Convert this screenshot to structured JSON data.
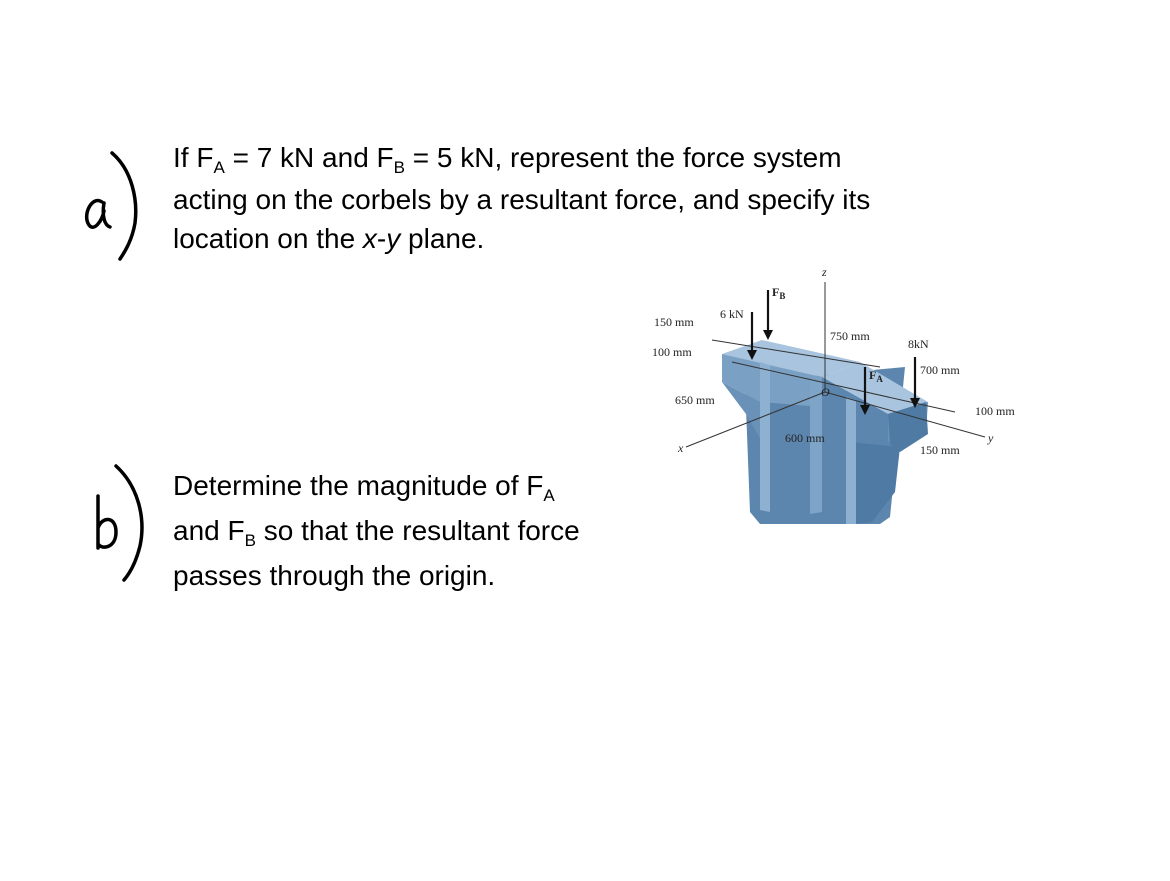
{
  "part_a": {
    "marker": "a)",
    "line1": {
      "pre": "If F",
      "sub1": "A",
      "mid": " = 7 kN and F",
      "sub2": "B",
      "post": " = 5 kN, represent the force system"
    },
    "line2": "acting on the corbels by a resultant force, and specify its",
    "line3": {
      "pre": "location on the ",
      "x": "x",
      "dash": "-",
      "y": "y",
      "post": " plane."
    }
  },
  "part_b": {
    "marker": "b)",
    "line1": {
      "pre": "Determine the magnitude of F",
      "sub": "A"
    },
    "line2": {
      "pre": "and F",
      "sub": "B",
      "post": " so that the resultant force"
    },
    "line3": "passes through the origin."
  },
  "figure": {
    "labels": {
      "z_axis": "z",
      "x_axis": "x",
      "y_axis": "y",
      "origin": "O",
      "force_6kn": "6 kN",
      "force_8kn": "8kN",
      "force_fb": "F",
      "force_fb_sub": "B",
      "force_fa": "F",
      "force_fa_sub": "A",
      "dim_150_left": "150 mm",
      "dim_100_left": "100 mm",
      "dim_650": "650 mm",
      "dim_750": "750 mm",
      "dim_700": "700 mm",
      "dim_600": "600 mm",
      "dim_100_right": "100 mm",
      "dim_150_right": "150 mm"
    },
    "colors": {
      "steel_top": "#9dbcd8",
      "steel_front": "#6b93b8",
      "steel_dark": "#4f7aa3"
    }
  }
}
